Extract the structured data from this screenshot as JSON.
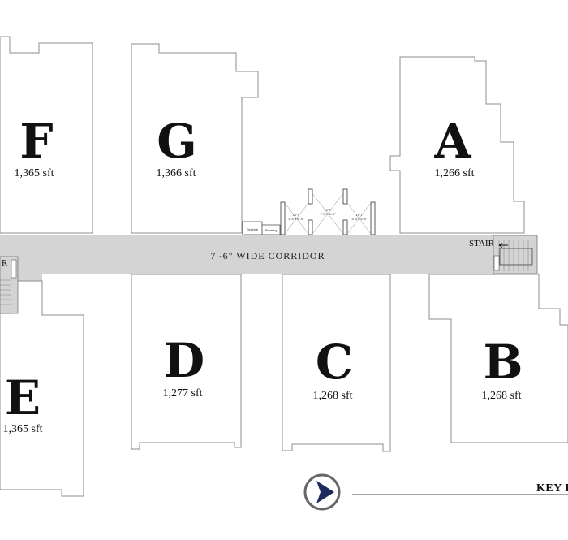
{
  "units": [
    {
      "id": "F",
      "letter": "F",
      "area": "1,365 sft"
    },
    {
      "id": "G",
      "letter": "G",
      "area": "1,366 sft"
    },
    {
      "id": "A",
      "letter": "A",
      "area": "1,266 sft"
    },
    {
      "id": "D",
      "letter": "D",
      "area": "1,277 sft"
    },
    {
      "id": "C",
      "letter": "C",
      "area": "1,268 sft"
    },
    {
      "id": "B",
      "letter": "B",
      "area": "1,268 sft"
    },
    {
      "id": "E",
      "letter": "E",
      "area": "1,365 sft"
    }
  ],
  "corridor": {
    "label": "7'-6\" WIDE CORRIDOR"
  },
  "stairs": {
    "right_label": "STAIR",
    "left_label": "R"
  },
  "lifts": [
    {
      "label": "LIFT",
      "size": "5'-0\"x 6'-0\""
    },
    {
      "label": "LIFT",
      "size": "7'-0\"x 6'-0\""
    },
    {
      "label": "LIFT",
      "size": "5'-0\"x 6'-0\""
    }
  ],
  "service_labels": {
    "electrical": "Electrical",
    "plumbing": "Plumbing"
  },
  "key_plan": {
    "label": "KEY P"
  },
  "colors": {
    "corridor": "#d4d4d4",
    "wall": "#8c8c8c",
    "compass_ring": "#666666",
    "compass_arrow": "#1e2a5e"
  }
}
